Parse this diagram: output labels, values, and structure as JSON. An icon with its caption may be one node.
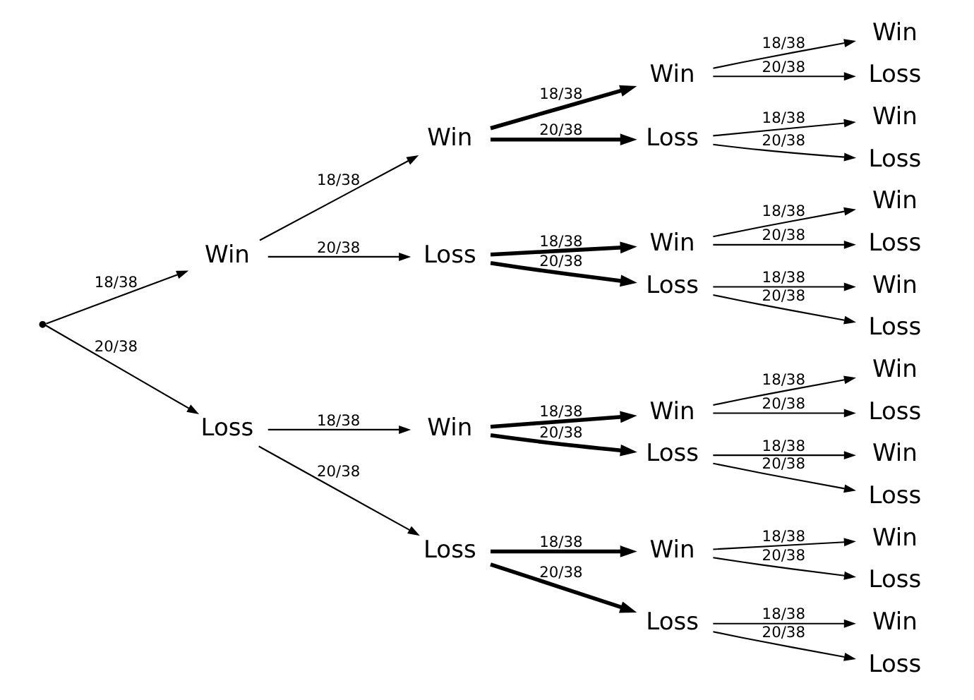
{
  "diagram": {
    "nodes": [
      {
        "text": [],
        "shape": "point"
      },
      {
        "text": [
          "Win"
        ]
      },
      {
        "text": [
          "Win"
        ]
      },
      {
        "text": [
          "Win"
        ]
      },
      {
        "text": [
          "Win"
        ]
      },
      {
        "text": [
          "Loss"
        ]
      },
      {
        "text": [
          "Loss"
        ]
      },
      {
        "text": [
          "Win"
        ]
      },
      {
        "text": [
          "Loss"
        ]
      },
      {
        "text": [
          "Loss"
        ]
      },
      {
        "text": [
          "Win"
        ]
      },
      {
        "text": [
          "Win"
        ]
      },
      {
        "text": [
          "Loss"
        ]
      },
      {
        "text": [
          "Loss"
        ]
      },
      {
        "text": [
          "Win"
        ]
      },
      {
        "text": [
          "Loss"
        ]
      },
      {
        "text": [
          "Loss"
        ]
      },
      {
        "text": [
          "Win"
        ]
      },
      {
        "text": [
          "Win"
        ]
      },
      {
        "text": [
          "Win"
        ]
      },
      {
        "text": [
          "Loss"
        ]
      },
      {
        "text": [
          "Loss"
        ]
      },
      {
        "text": [
          "Win"
        ]
      },
      {
        "text": [
          "Loss"
        ]
      },
      {
        "text": [
          "Loss"
        ]
      },
      {
        "text": [
          "Win"
        ]
      },
      {
        "text": [
          "Win"
        ]
      },
      {
        "text": [
          "Loss"
        ]
      },
      {
        "text": [
          "Loss"
        ]
      },
      {
        "text": [
          "Win"
        ]
      },
      {
        "text": [
          "Loss"
        ]
      }
    ],
    "edges": [
      {
        "from": 0,
        "to": 1,
        "arrow": "to",
        "label": "18/38"
      },
      {
        "from": 0,
        "to": 16,
        "arrow": "to",
        "label": "20/38"
      },
      {
        "from": 1,
        "to": 2,
        "arrow": "to",
        "label": "18/38"
      },
      {
        "from": 1,
        "to": 9,
        "arrow": "to",
        "label": "20/38"
      },
      {
        "from": 2,
        "to": 3,
        "arrow": "to",
        "label": "18/38",
        "style": "thick"
      },
      {
        "from": 2,
        "to": 6,
        "arrow": "to",
        "label": "20/38",
        "style": "thick"
      },
      {
        "from": 3,
        "to": 4,
        "arrow": "to",
        "label": "18/38"
      },
      {
        "from": 3,
        "to": 5,
        "arrow": "to",
        "label": "20/38"
      },
      {
        "from": 6,
        "to": 7,
        "arrow": "to",
        "label": "18/38"
      },
      {
        "from": 6,
        "to": 8,
        "arrow": "to",
        "label": "20/38"
      },
      {
        "from": 9,
        "to": 10,
        "arrow": "to",
        "label": "18/38",
        "style": "thick"
      },
      {
        "from": 9,
        "to": 13,
        "arrow": "to",
        "label": "20/38",
        "style": "thick"
      },
      {
        "from": 10,
        "to": 11,
        "arrow": "to",
        "label": "18/38"
      },
      {
        "from": 10,
        "to": 12,
        "arrow": "to",
        "label": "20/38"
      },
      {
        "from": 13,
        "to": 14,
        "arrow": "to",
        "label": "18/38"
      },
      {
        "from": 13,
        "to": 15,
        "arrow": "to",
        "label": "20/38"
      },
      {
        "from": 16,
        "to": 17,
        "arrow": "to",
        "label": "18/38"
      },
      {
        "from": 16,
        "to": 24,
        "arrow": "to",
        "label": "20/38"
      },
      {
        "from": 17,
        "to": 18,
        "arrow": "to",
        "label": "18/38",
        "style": "thick"
      },
      {
        "from": 17,
        "to": 21,
        "arrow": "to",
        "label": "20/38",
        "style": "thick"
      },
      {
        "from": 18,
        "to": 19,
        "arrow": "to",
        "label": "18/38"
      },
      {
        "from": 18,
        "to": 20,
        "arrow": "to",
        "label": "20/38"
      },
      {
        "from": 21,
        "to": 22,
        "arrow": "to",
        "label": "18/38"
      },
      {
        "from": 21,
        "to": 23,
        "arrow": "to",
        "label": "20/38"
      },
      {
        "from": 24,
        "to": 25,
        "arrow": "to",
        "label": "18/38",
        "style": "thick"
      },
      {
        "from": 24,
        "to": 28,
        "arrow": "to",
        "label": "20/38",
        "style": "thick"
      },
      {
        "from": 25,
        "to": 26,
        "arrow": "to",
        "label": "18/38"
      },
      {
        "from": 25,
        "to": 27,
        "arrow": "to",
        "label": "20/38"
      },
      {
        "from": 28,
        "to": 29,
        "arrow": "to",
        "label": "18/38"
      },
      {
        "from": 28,
        "to": 30,
        "arrow": "to",
        "label": "20/38"
      }
    ]
  }
}
